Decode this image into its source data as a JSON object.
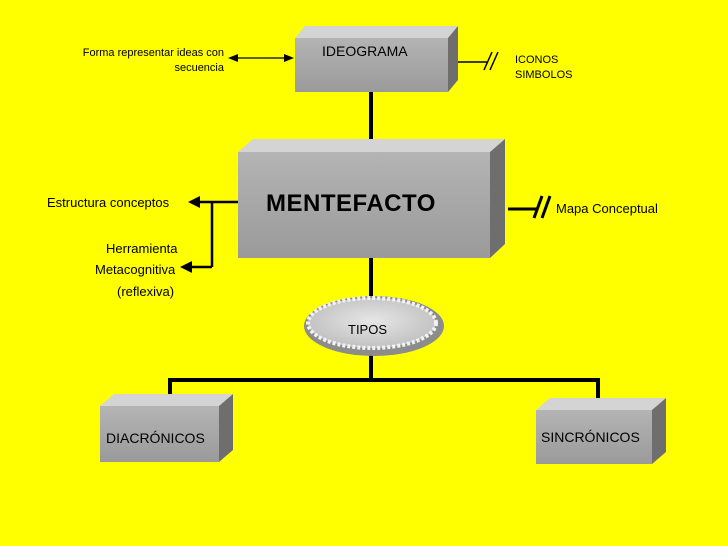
{
  "diagram": {
    "top_box": "IDEOGRAMA",
    "main_box": "MENTEFACTO",
    "types_oval": "TIPOS",
    "left_box": "DIACRÓNICOS",
    "right_box": "SINCRÓNICOS",
    "top_left_note": [
      "Forma representar ideas con",
      "secuencia"
    ],
    "top_right_note": [
      "ICONOS",
      "SIMBOLOS"
    ],
    "left_upper_note": "Estructura conceptos",
    "left_lower_note": [
      "Herramienta",
      "Metacognitiva",
      "(reflexiva)"
    ],
    "right_note": "Mapa Conceptual"
  },
  "colors": {
    "background": "#FFFF00",
    "box_front": "#A6A6A6",
    "box_top": "#D4D4D4",
    "box_side": "#6E6E6E",
    "text": "#000000"
  }
}
